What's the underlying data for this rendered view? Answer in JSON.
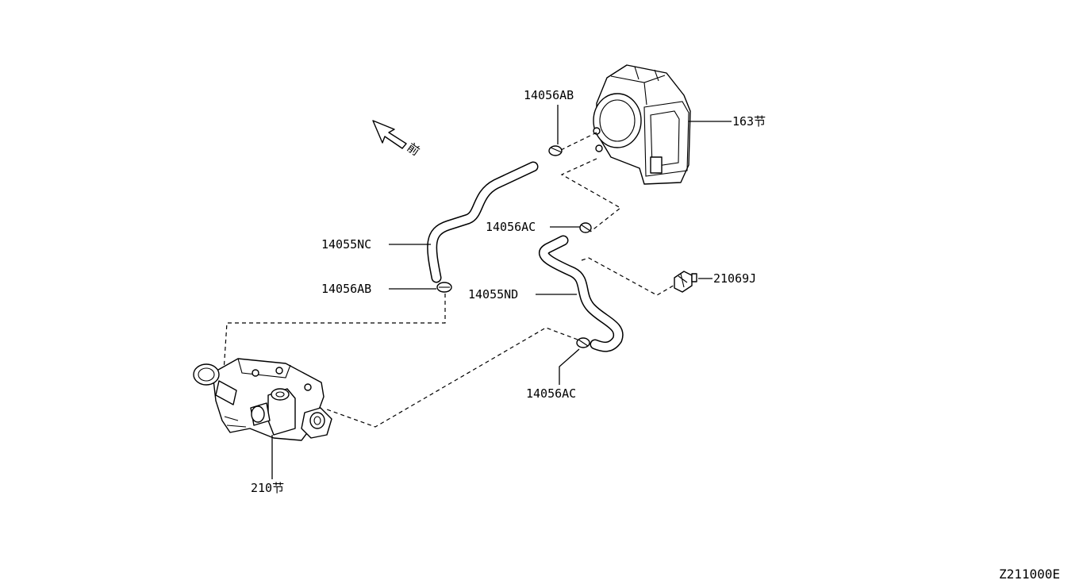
{
  "labels": {
    "throttle_body": "163节",
    "clamp_top": "14056AB",
    "clamp_mid": "14056AC",
    "hose_nc": "14055NC",
    "clamp_left": "14056AB",
    "hose_nd": "14055ND",
    "connector": "21069J",
    "clamp_bottom": "14056AC",
    "housing": "210节",
    "front_arrow": "前"
  },
  "diagram_code": "Z211000E"
}
